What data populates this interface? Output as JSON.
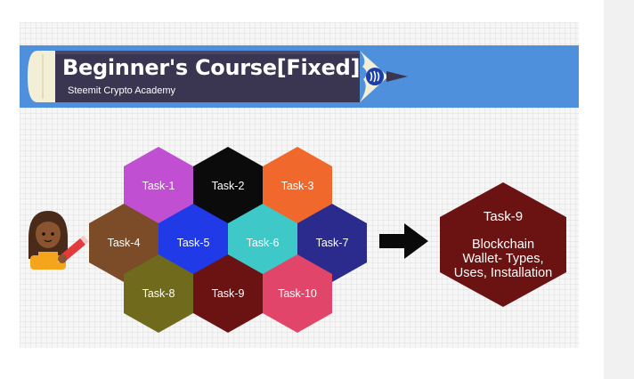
{
  "banner": {
    "title": "Beginner's Course[Fixed]",
    "subtitle": "Steemit Crypto Academy",
    "logo_icon": "steemit-logo-icon",
    "colors": {
      "band": "#4f90dd",
      "pencil_body": "#3a3550",
      "eraser": "#f3efd7"
    }
  },
  "tasks": [
    {
      "label": "Task-1",
      "color": "#c04fd1"
    },
    {
      "label": "Task-2",
      "color": "#0b0b0b"
    },
    {
      "label": "Task-3",
      "color": "#f0682b"
    },
    {
      "label": "Task-4",
      "color": "#7c4b28"
    },
    {
      "label": "Task-5",
      "color": "#1f3ae6"
    },
    {
      "label": "Task-6",
      "color": "#3fc8c8"
    },
    {
      "label": "Task-7",
      "color": "#2a2b8c"
    },
    {
      "label": "Task-8",
      "color": "#6f6a1c"
    },
    {
      "label": "Task-9",
      "color": "#6b1212"
    },
    {
      "label": "Task-10",
      "color": "#e2456a"
    }
  ],
  "arrow_icon": "arrow-right-icon",
  "student_icon": "student-with-pencil-icon",
  "highlight": {
    "title": "Task-9",
    "lines": [
      "Blockchain",
      "Wallet- Types,",
      "Uses, Installation"
    ],
    "color": "#6b1212"
  }
}
